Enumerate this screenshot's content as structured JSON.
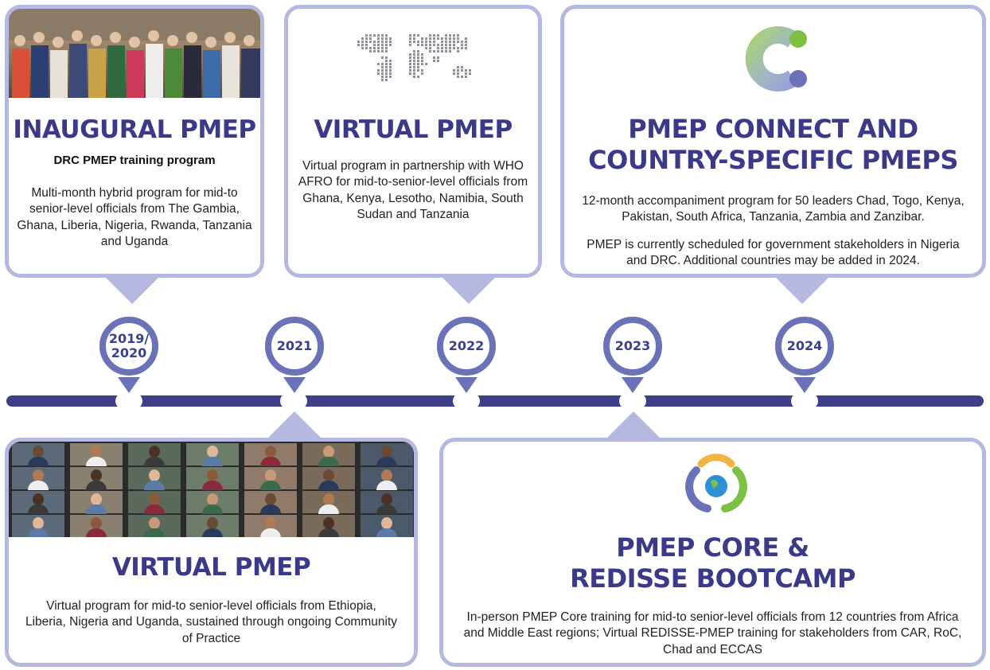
{
  "cards": {
    "inaugural": {
      "title": "INAUGURAL PMEP",
      "subtitle": "DRC PMEP training program",
      "body": "Multi-month hybrid program for mid-to senior-level officials from The Gambia, Ghana, Liberia, Nigeria, Rwanda, Tanzania and Uganda"
    },
    "virtual_2022": {
      "title": "VIRTUAL PMEP",
      "body": "Virtual program in partnership with WHO AFRO for mid-to-senior-level officials from Ghana, Kenya, Lesotho, Namibia, South Sudan and Tanzania"
    },
    "connect": {
      "title_line1": "PMEP CONNECT AND",
      "title_line2": "COUNTRY-SPECIFIC PMEPS",
      "body1": "12-month accompaniment program for 50 leaders Chad, Togo, Kenya, Pakistan, South Africa, Tanzania, Zambia and Zanzibar.",
      "body2": "PMEP is currently scheduled for government stakeholders in Nigeria and DRC. Additional countries may be added in 2024."
    },
    "virtual_2021": {
      "title": "VIRTUAL PMEP",
      "body": "Virtual program for mid-to senior-level officials from Ethiopia, Liberia, Nigeria and Uganda, sustained through ongoing Community of Practice"
    },
    "core": {
      "title_line1": "PMEP CORE &",
      "title_line2": "REDISSE BOOTCAMP",
      "body": "In-person PMEP Core training for mid-to senior-level officials from 12 countries from Africa and Middle East regions; Virtual REDISSE-PMEP training for stakeholders from CAR, RoC, Chad and ECCAS"
    }
  },
  "timeline": {
    "years": [
      {
        "line1": "2019/",
        "line2": "2020"
      },
      {
        "line1": "2021"
      },
      {
        "line1": "2022"
      },
      {
        "line1": "2023"
      },
      {
        "line1": "2024"
      }
    ]
  },
  "colors": {
    "card_border": "#b5b8df",
    "title": "#3b3a8a",
    "pin": "#6a72b8",
    "timeline": "#3d3f88"
  },
  "icons": [
    "world-map-icon",
    "connect-logo-icon",
    "globe-logo-icon"
  ]
}
